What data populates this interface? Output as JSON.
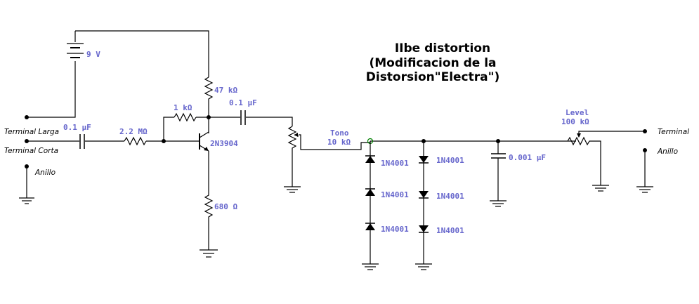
{
  "title": {
    "line1": "IIbe distortion",
    "line2": "(Modificacion de la",
    "line3": "Distorsion\"Electra\")"
  },
  "terminals": {
    "input_long": "Terminal Larga",
    "input_short": "Terminal Corta",
    "input_ring": "Anillo",
    "output_tip": "Terminal",
    "output_ring": "Anillo"
  },
  "components": {
    "battery": "9 V",
    "c_in": "0.1 µF",
    "r_in": "2.2 MΩ",
    "r_fb": "1 kΩ",
    "r_collector": "47 kΩ",
    "transistor": "2N3904",
    "r_emitter": "680 Ω",
    "c_out": "0.1 µF",
    "tone_name": "Tono",
    "tone_value": "10 kΩ",
    "diodes": [
      "1N4001",
      "1N4001",
      "1N4001",
      "1N4001",
      "1N4001",
      "1N4001"
    ],
    "c_filter": "0.001 µF",
    "level_name": "Level",
    "level_value": "100 kΩ"
  },
  "colors": {
    "wire": "#000000",
    "component_label": "#6666cc",
    "terminal_label": "#000000"
  }
}
